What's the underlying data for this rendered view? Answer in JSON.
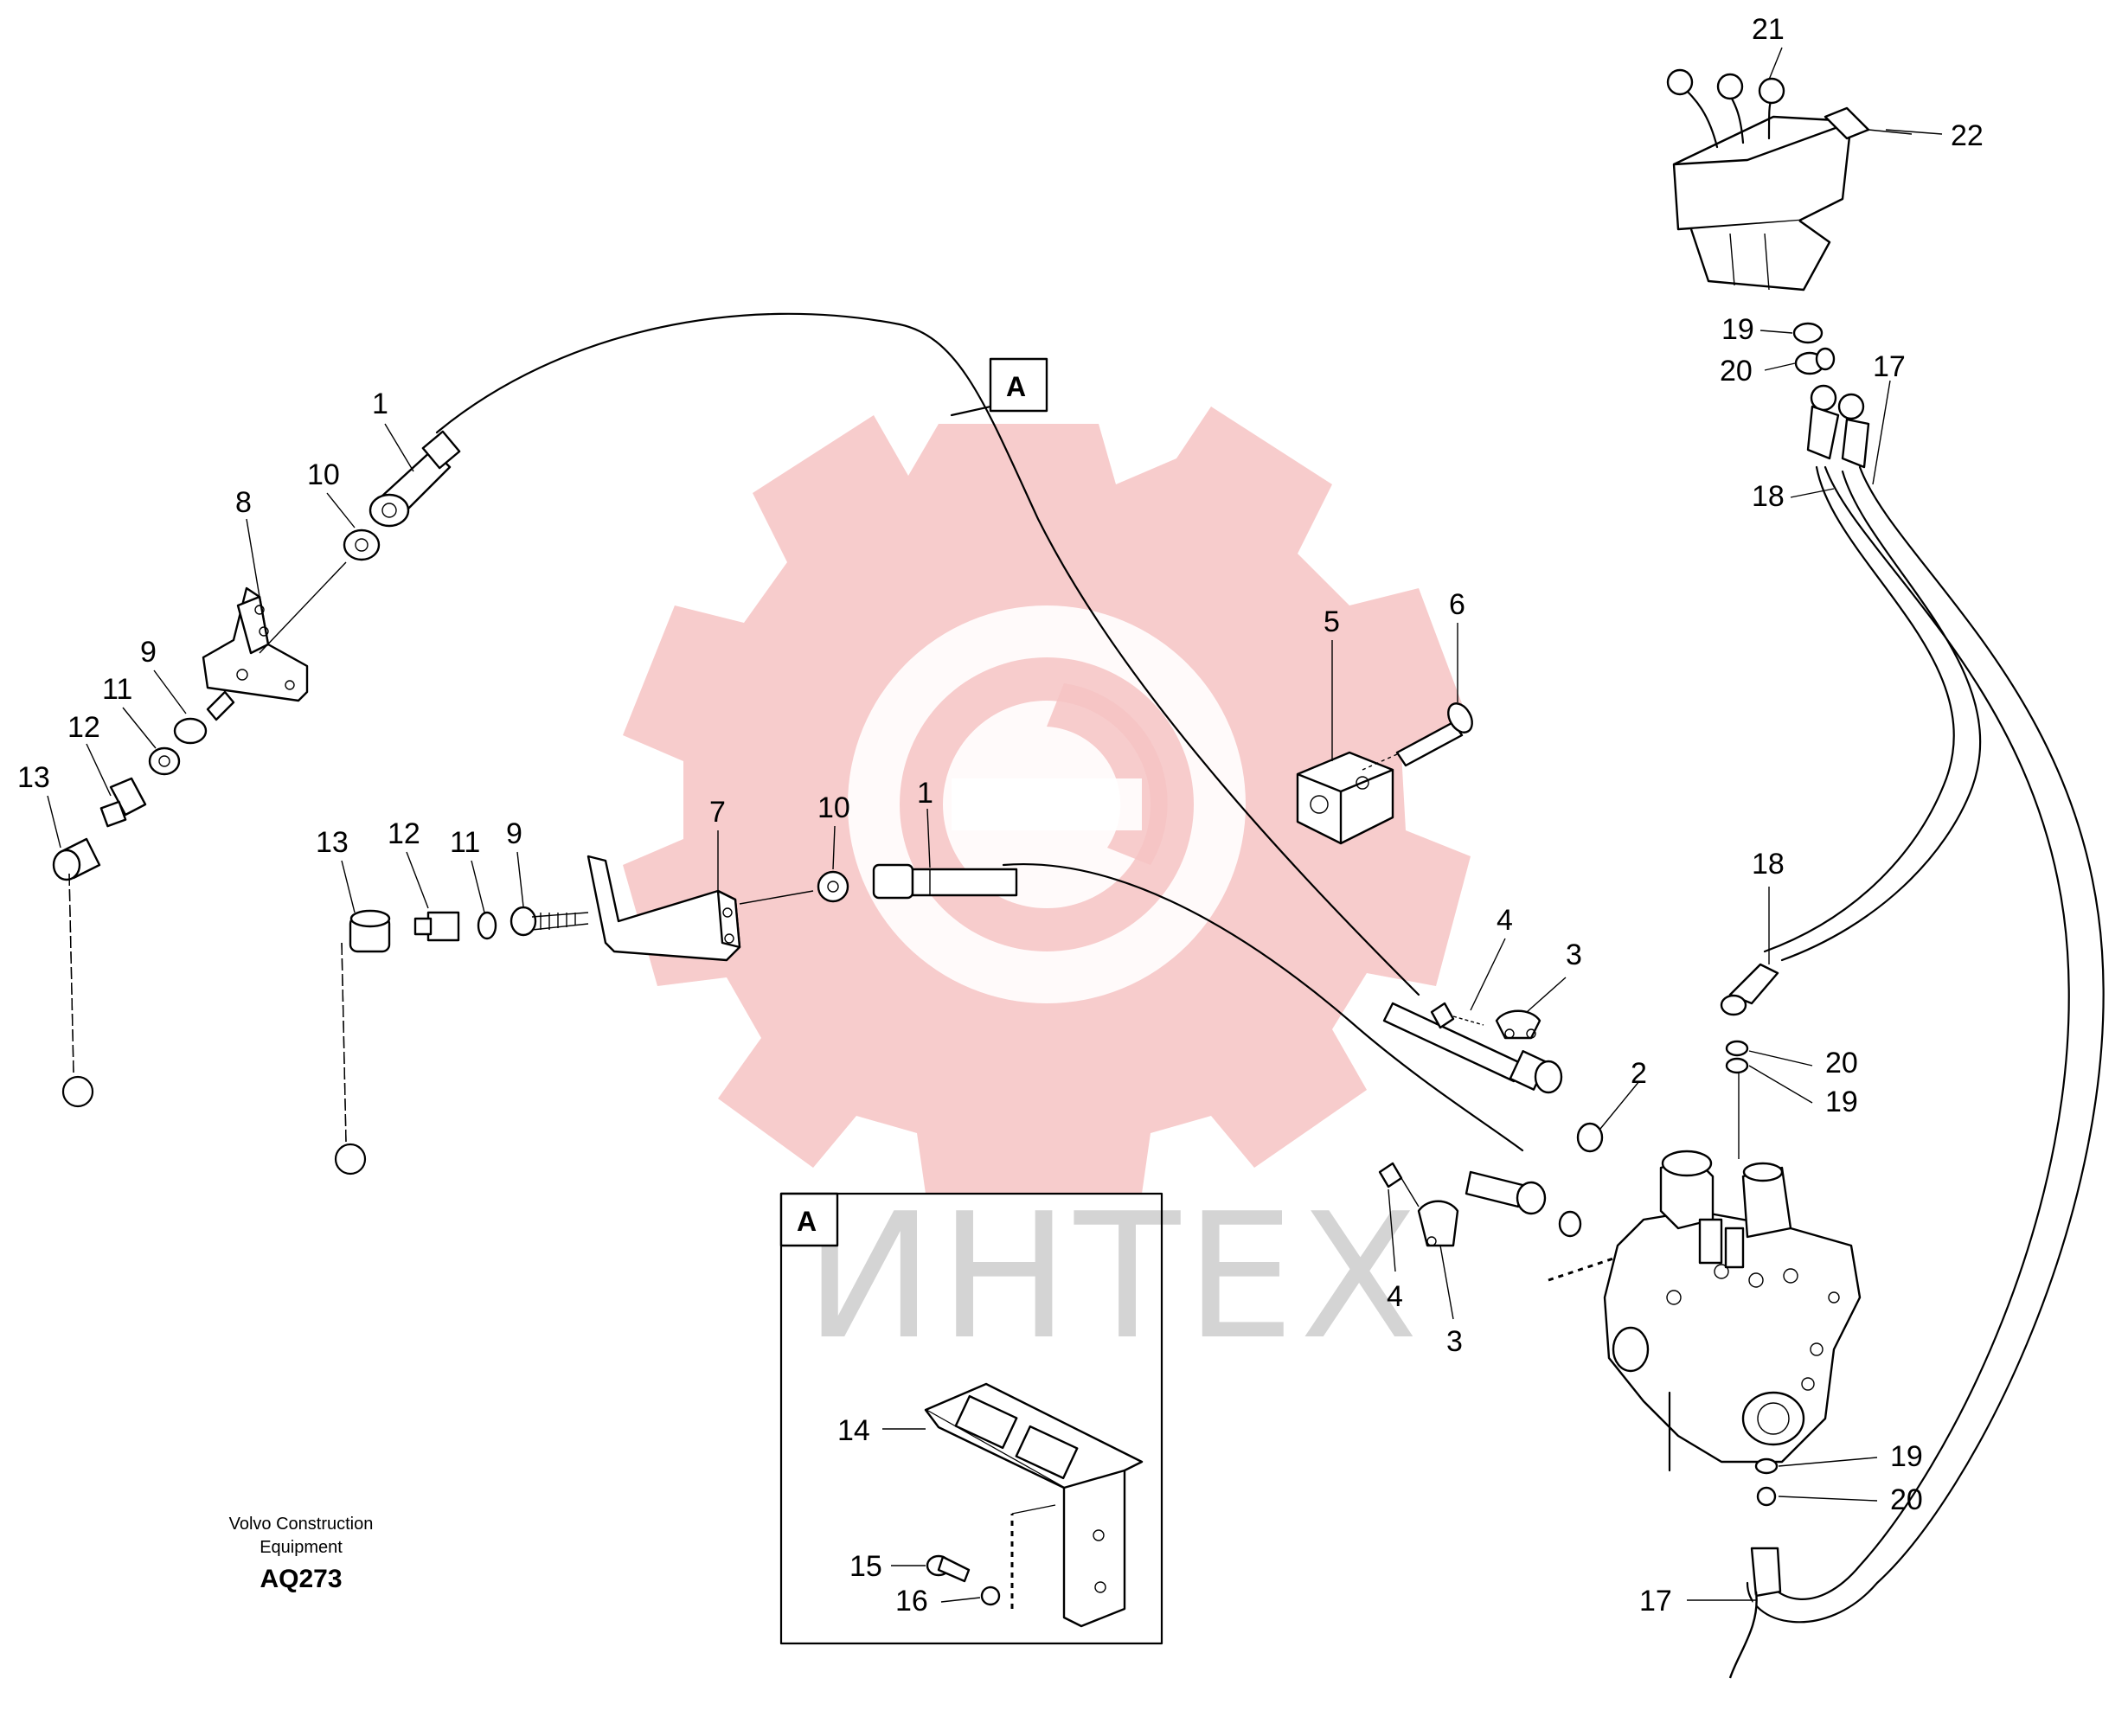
{
  "watermark": {
    "text": "ИНТЕХ",
    "color": "#f6c3c3"
  },
  "credit": {
    "line1": "Volvo Construction",
    "line2": "Equipment",
    "code": "AQ273"
  },
  "detail_view": {
    "label": "A"
  },
  "section_marker": {
    "label": "A"
  },
  "callouts": {
    "c1a": "1",
    "c1b": "1",
    "c2": "2",
    "c3a": "3",
    "c3b": "3",
    "c4a": "4",
    "c4b": "4",
    "c5": "5",
    "c6": "6",
    "c7": "7",
    "c8": "8",
    "c9a": "9",
    "c9b": "9",
    "c10a": "10",
    "c10b": "10",
    "c11a": "11",
    "c11b": "11",
    "c12a": "12",
    "c12b": "12",
    "c13a": "13",
    "c13b": "13",
    "c14": "14",
    "c15": "15",
    "c16": "16",
    "c17a": "17",
    "c17b": "17",
    "c18a": "18",
    "c18b": "18",
    "c19a": "19",
    "c19b": "19",
    "c19c": "19",
    "c20a": "20",
    "c20b": "20",
    "c20c": "20",
    "c21": "21",
    "c22": "22"
  }
}
